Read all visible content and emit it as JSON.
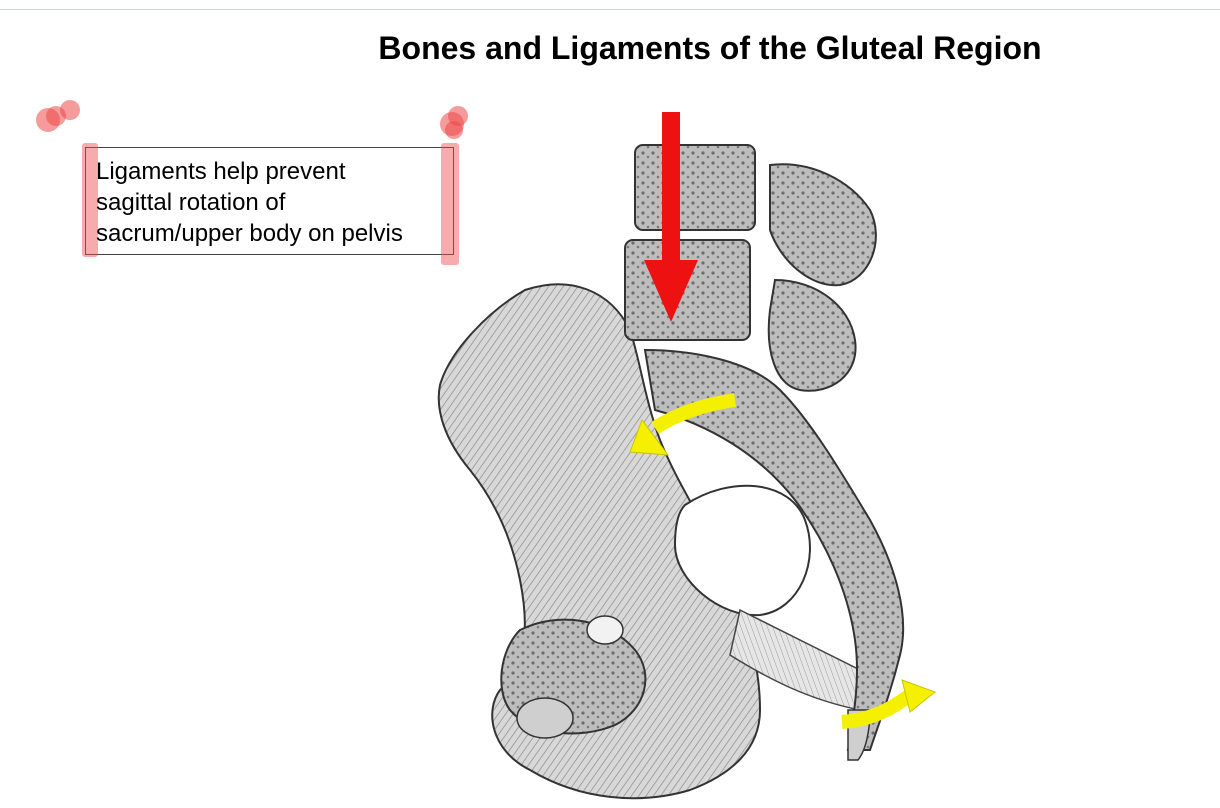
{
  "slide": {
    "title": "Bones and Ligaments of the Gluteal Region"
  },
  "note": {
    "lines": [
      "Ligaments help prevent",
      "sagittal rotation of",
      "sacrum/upper body on pelvis"
    ]
  },
  "figure": {
    "subject": "sagittal section of pelvis with sacrum and ligaments",
    "arrows": [
      {
        "color": "#ee1111",
        "direction": "down",
        "meaning": "downward load on sacrum"
      },
      {
        "color": "#f4f000",
        "direction": "curved-left",
        "meaning": "rotation of sacral promontory"
      },
      {
        "color": "#f4f000",
        "direction": "curved-up-right",
        "meaning": "rotation of coccyx"
      }
    ]
  },
  "colors": {
    "highlight": "#ec4848",
    "red_arrow": "#ee1111",
    "yellow_arrow": "#f4f000",
    "top_rule": "#c9d3e6"
  }
}
